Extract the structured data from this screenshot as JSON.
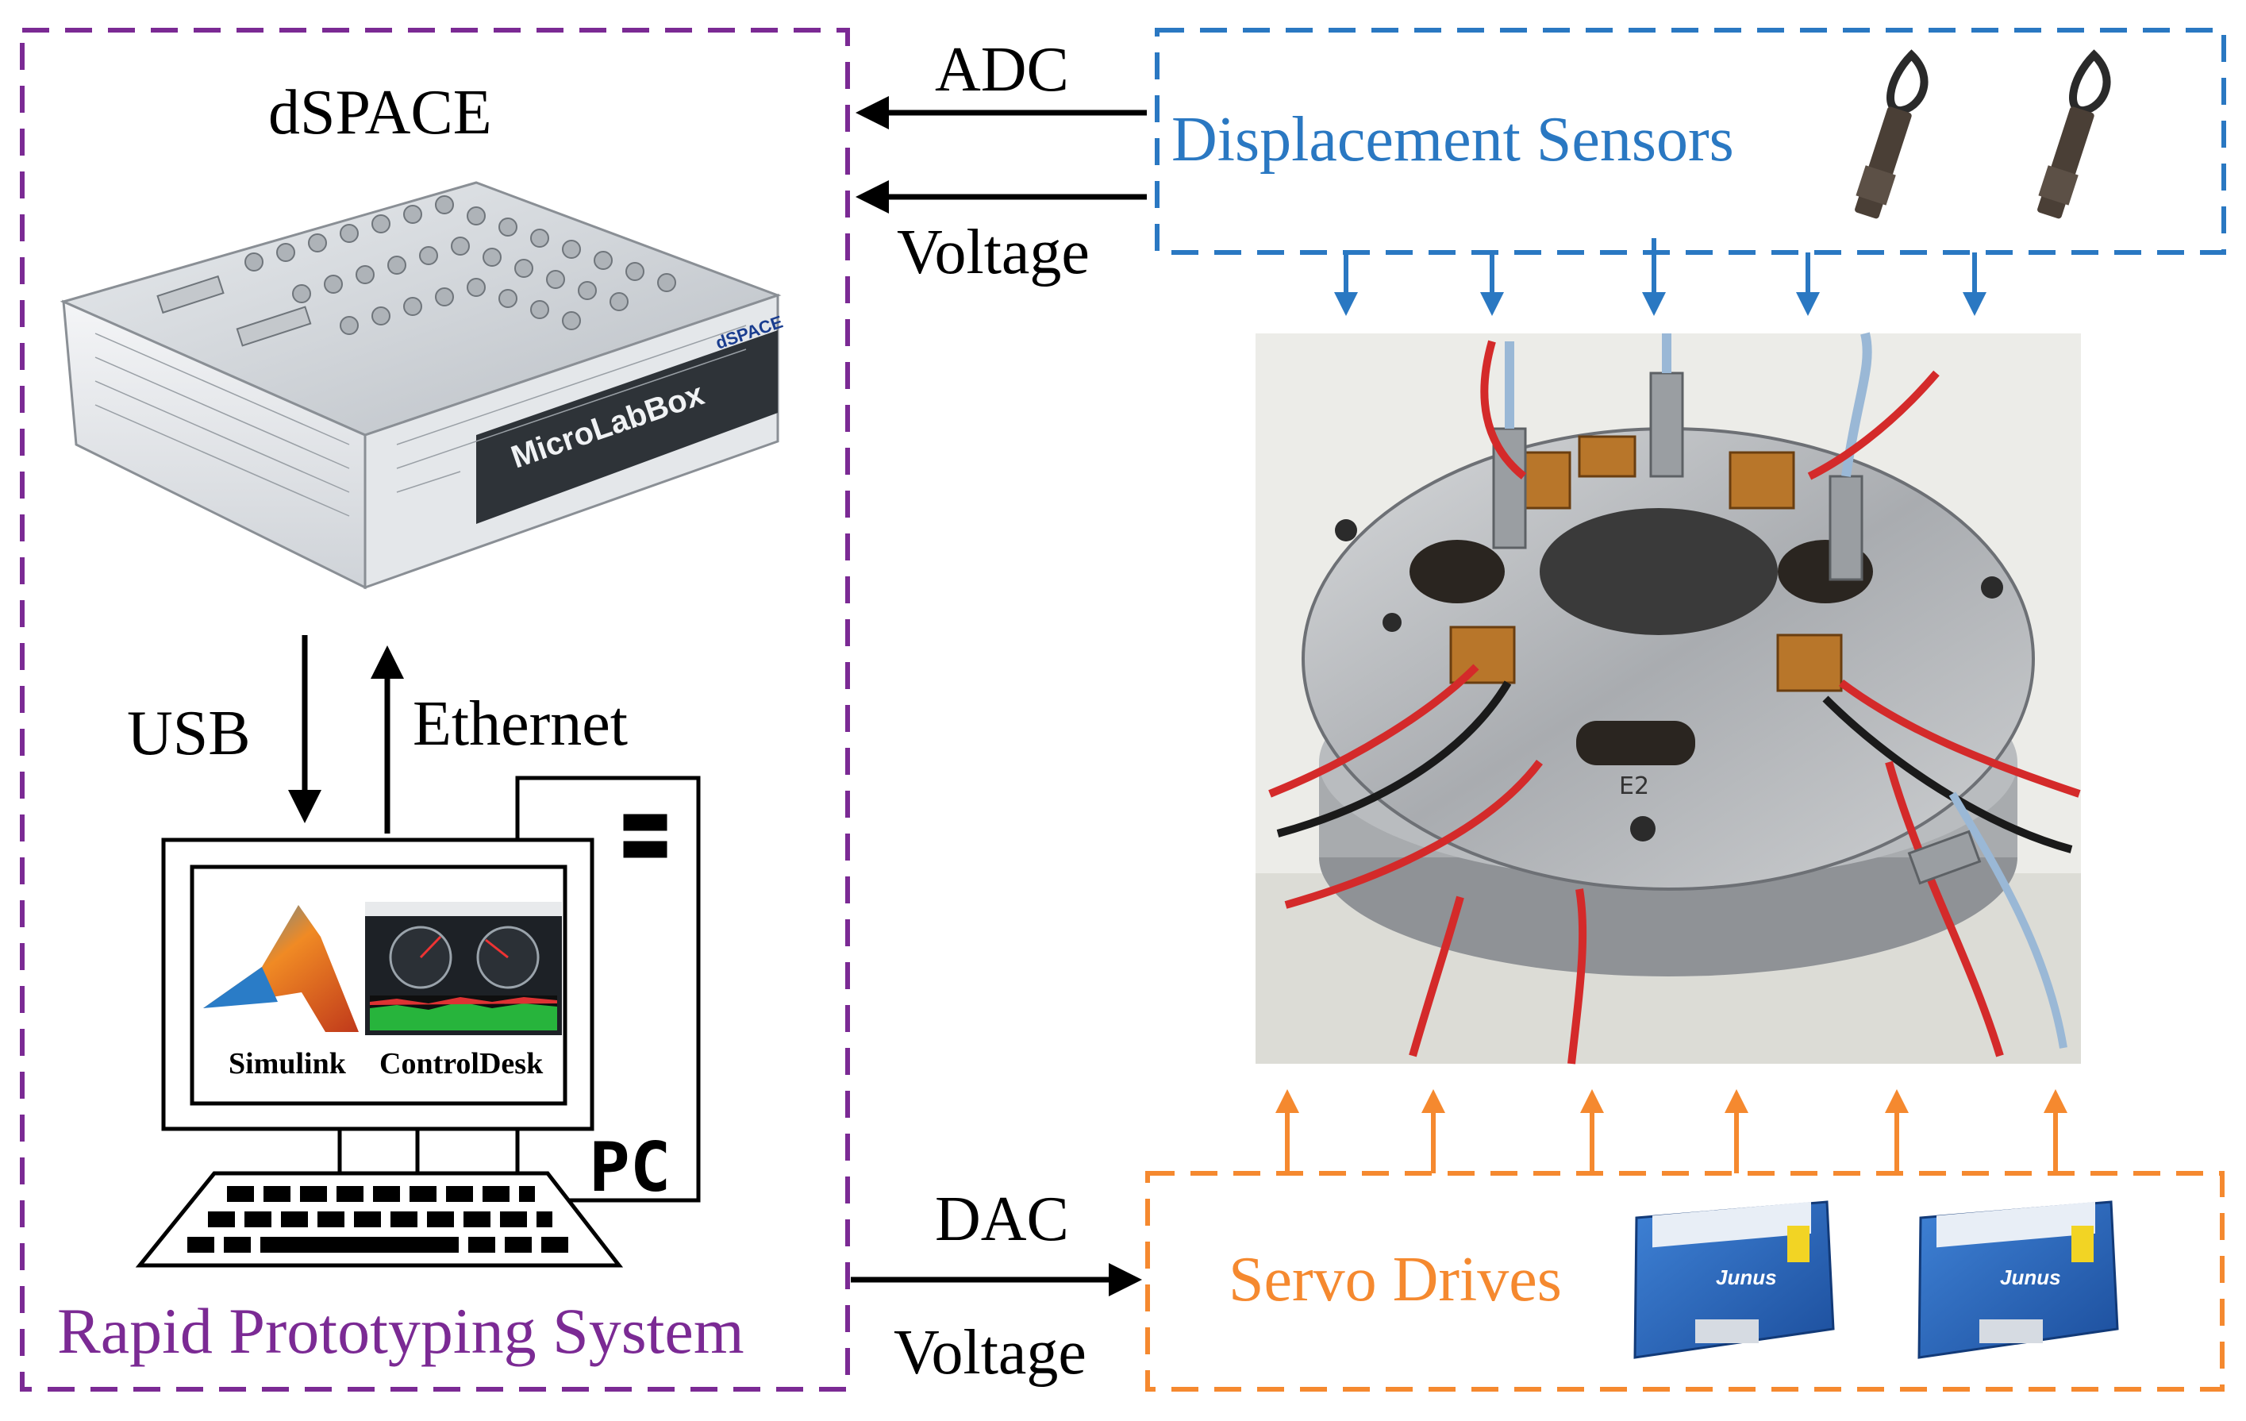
{
  "colors": {
    "purple": "#7b2a94",
    "blue": "#2a78c2",
    "orange": "#f5892f",
    "black": "#000000"
  },
  "rps": {
    "title": "dSPACE",
    "label": "Rapid Prototyping System",
    "device_icon": "microlabbox-device-icon",
    "device_brand": "dSPACE",
    "device_name_prefix": "Micro",
    "device_name_suffix": "LabBox",
    "usb": "USB",
    "ethernet": "Ethernet",
    "pc_icon": "pc-computer-icon",
    "pc_label": "PC",
    "apps": [
      "Simulink",
      "ControlDesk"
    ]
  },
  "links": {
    "adc": "ADC",
    "voltage_in": "Voltage",
    "dac": "DAC",
    "voltage_out": "Voltage"
  },
  "sensors": {
    "label": "Displacement Sensors",
    "icon": "displacement-sensor-icon"
  },
  "bearing": {
    "icon": "magnetic-bearing-photo-icon",
    "mark": "E2"
  },
  "servo": {
    "label": "Servo Drives",
    "icon": "servo-drive-icon",
    "drive_brand": "Junus"
  }
}
